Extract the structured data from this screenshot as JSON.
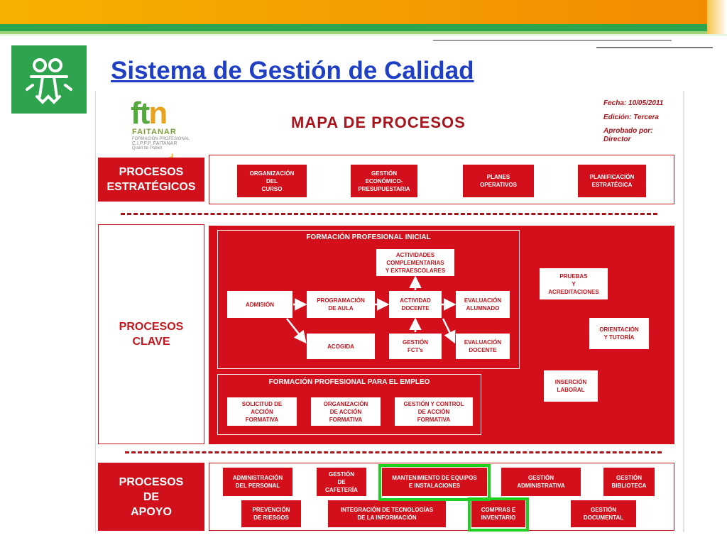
{
  "page": {
    "title": "Sistema de Gestión de Calidad"
  },
  "logo": {
    "name": "organization-logo-icon"
  },
  "brand": {
    "ftn_a": "ft",
    "ftn_b": "n",
    "name": "FAITANAR",
    "line1": "FORMACIÓN PROFESIONAL",
    "line2": "C.I.P.F.P. FAITANAR",
    "line3": "Quart de Poblet"
  },
  "diagram": {
    "title": "MAPA DE PROCESOS",
    "fecha": "Fecha: 10/05/2011",
    "edicion": "Edición:  Tercera",
    "aprobado1": "Aprobado por:",
    "aprobado2": "Director",
    "estrategicos": {
      "label1": "PROCESOS",
      "label2": "ESTRATÉGICOS",
      "boxes": [
        [
          "ORGANIZACIÓN",
          "DEL",
          "CURSO"
        ],
        [
          "GESTIÓN",
          "ECONÓMICO-",
          "PRESUPUESTARIA"
        ],
        [
          "PLANES",
          "OPERATIVOS"
        ],
        [
          "PLANIFICACIÓN",
          "ESTRATÉGICA"
        ]
      ]
    },
    "clave": {
      "label1": "PROCESOS",
      "label2": "CLAVE",
      "fpi_title": "FORMACIÓN PROFESIONAL INICIAL",
      "actividades": [
        "ACTIVIDADES",
        "COMPLEMENTARIAS",
        "Y EXTRAESCOLARES"
      ],
      "admision": [
        "ADMISIÓN"
      ],
      "programacion": [
        "PROGRAMACIÓN",
        "DE AULA"
      ],
      "actividad": [
        "ACTIVIDAD",
        "DOCENTE"
      ],
      "eval_alumnado": [
        "EVALUACIÓN",
        "ALUMNADO"
      ],
      "acogida": [
        "ACOGIDA"
      ],
      "fcts": [
        "GESTIÓN",
        "FCT's"
      ],
      "eval_docente": [
        "EVALUACIÓN",
        "DOCENTE"
      ],
      "fpe_title": "FORMACIÓN PROFESIONAL PARA EL EMPLEO",
      "solicitud": [
        "SOLICITUD DE",
        "ACCIÓN",
        "FORMATIVA"
      ],
      "organizacion": [
        "ORGANIZACIÓN",
        "DE ACCIÓN",
        "FORMATIVA"
      ],
      "control": [
        "GESTIÓN Y CONTROL",
        "DE ACCIÓN",
        "FORMATIVA"
      ],
      "pruebas": [
        "PRUEBAS",
        "Y",
        "ACREDITACIONES"
      ],
      "orientacion": [
        "ORIENTACIÓN",
        "Y TUTORÍA"
      ],
      "insercion": [
        "INSERCIÓN",
        "LABORAL"
      ]
    },
    "apoyo": {
      "label1": "PROCESOS",
      "label2": "DE",
      "label3": "APOYO",
      "administracion": [
        "ADMINISTRACIÓN",
        "DEL PERSONAL"
      ],
      "cafeteria": [
        "GESTIÓN",
        "DE",
        "CAFETERÍA"
      ],
      "mantenimiento": [
        "MANTENIMIENTO DE EQUIPOS",
        "E INSTALACIONES"
      ],
      "administrativa": [
        "GESTIÓN",
        "ADMINISTRATIVA"
      ],
      "biblioteca": [
        "GESTIÓN",
        "BIBLIOTECA"
      ],
      "riesgos": [
        "PREVENCIÓN",
        "DE RIESGOS"
      ],
      "tecnologias": [
        "INTEGRACIÓN DE TECNOLOGÍAS",
        "DE LA INFORMACIÓN"
      ],
      "compras": [
        "COMPRAS E",
        "INVENTARIO"
      ],
      "documental": [
        "GESTIÓN",
        "DOCUMENTAL"
      ]
    }
  }
}
